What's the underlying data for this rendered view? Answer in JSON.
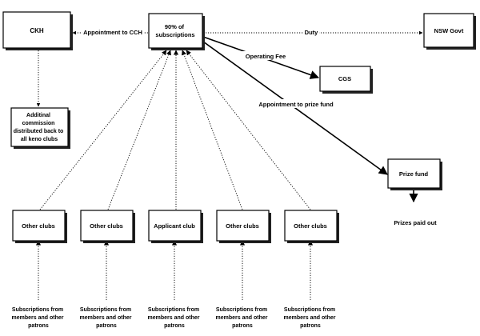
{
  "nodes": {
    "ckh": "CKH",
    "subs": [
      "90% of",
      "subscriptions"
    ],
    "nsw": "NSW Govt",
    "cgs": "CGS",
    "commission": [
      "Additinal",
      "commission",
      "distributed back to",
      "all keno clubs"
    ],
    "prize": "Prize fund",
    "prizes_out": "Prizes paid out",
    "club1": "Other clubs",
    "club2": "Other clubs",
    "club3": "Applicant club",
    "club4": "Other clubs",
    "club5": "Other clubs"
  },
  "source_label": [
    "Subscriptions from",
    "members and other",
    "patrons"
  ],
  "edge_labels": {
    "to_ckh": "Appointment to CCH",
    "duty": "Duty",
    "fee": "Operating Fee",
    "prize": "Appointment to prize fund"
  },
  "colors": {
    "line": "#000000",
    "shadow": "#222222"
  }
}
